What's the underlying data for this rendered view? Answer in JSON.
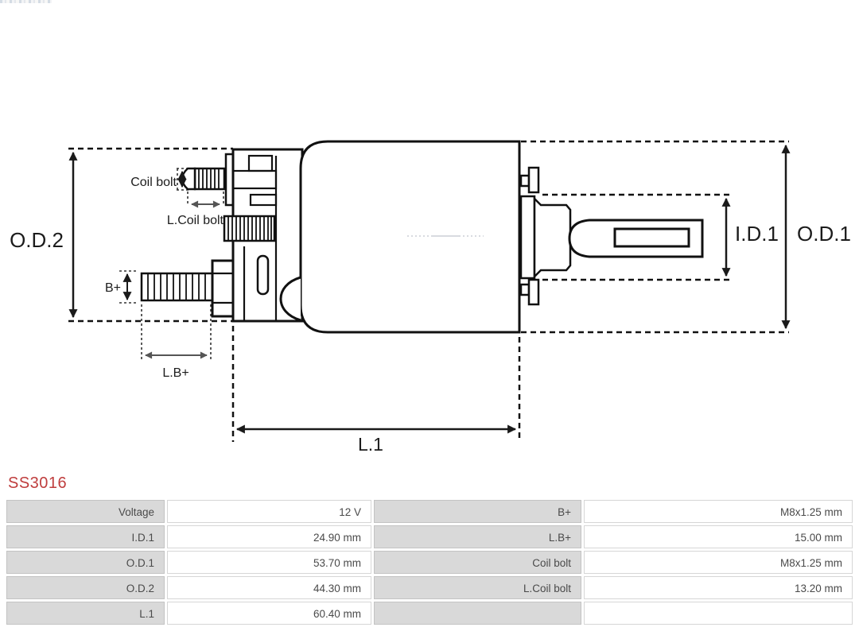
{
  "part": {
    "code": "SS3016"
  },
  "diagram": {
    "labels": {
      "od2": "O.D.2",
      "od1": "O.D.1",
      "id1": "I.D.1",
      "l1": "L.1",
      "coil_bolt": "Coil bolt",
      "l_coil_bolt": "L.Coil bolt",
      "b_plus": "B+",
      "l_b_plus": "L.B+"
    }
  },
  "spec_table": {
    "rows": [
      {
        "label1": "Voltage",
        "value1": "12 V",
        "label2": "B+",
        "value2": "M8x1.25 mm"
      },
      {
        "label1": "I.D.1",
        "value1": "24.90 mm",
        "label2": "L.B+",
        "value2": "15.00 mm"
      },
      {
        "label1": "O.D.1",
        "value1": "53.70 mm",
        "label2": "Coil bolt",
        "value2": "M8x1.25 mm"
      },
      {
        "label1": "O.D.2",
        "value1": "44.30 mm",
        "label2": "L.Coil bolt",
        "value2": "13.20 mm"
      },
      {
        "label1": "L.1",
        "value1": "60.40 mm",
        "label2": "",
        "value2": ""
      }
    ]
  },
  "colors": {
    "part_code_red": "#bf3d3d",
    "table_label_bg": "#d9d9d9",
    "table_border": "#c6c6c6",
    "table_text": "#4a4a4a",
    "drawing_line": "#111111"
  }
}
